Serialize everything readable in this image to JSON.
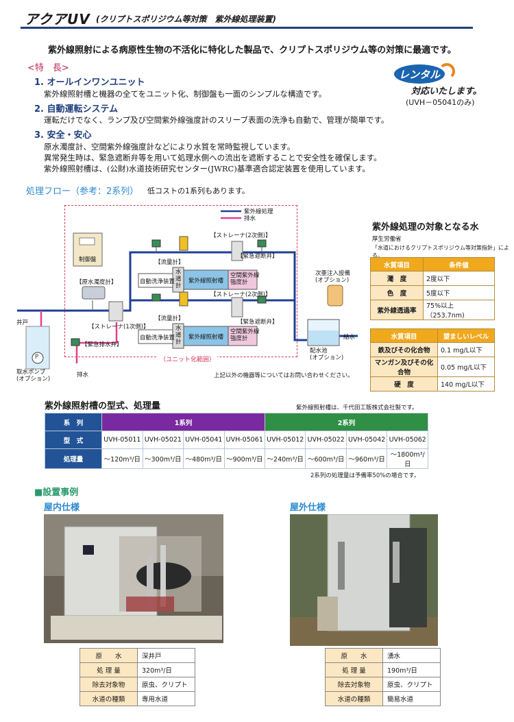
{
  "header": {
    "title": "アクアUV",
    "subtitle": "(クリプトスポリジウム等対策　紫外線処理装置)",
    "tagline": "紫外線照射による病原性生物の不活化に特化した製品で、クリプトスポリジウム等の対策に最適です。"
  },
  "features": {
    "heading": "<特　長>",
    "items": [
      {
        "title": "1. オールインワンユニット",
        "lines": [
          "紫外線照射槽と機器の全てをユニット化、制御盤も一面のシンプルな構造です。"
        ]
      },
      {
        "title": "2. 自動運転システム",
        "lines": [
          "運転だけでなく、ランプ及び空間紫外線強度計のスリーブ表面の洗浄も自動で、管理が簡単です。"
        ]
      },
      {
        "title": "3. 安全・安心",
        "lines": [
          "原水濁度計、空間紫外線強度計などにより水質を常時監視しています。",
          "異常発生時は、緊急遮断弁等を用いて処理水側への流出を遮断することで安全性を確保します。",
          "紫外線照射槽は、(公財)水道技術研究センター(JWRC)基準適合認定装置を使用しています。"
        ]
      }
    ]
  },
  "rental": {
    "badge": "レンタル",
    "text": "対応いたします。",
    "note": "(UVH－05041のみ)"
  },
  "flow": {
    "heading": "処理フロー（参考：2系列）",
    "subheading": "低コストの1系列もあります。",
    "legend": {
      "treated": "紫外線処理",
      "drain": "排水"
    },
    "labels": {
      "control_panel": "制御盤",
      "turbidity": "【原水濁度計】",
      "well": "井戸",
      "pump": "取水ポンプ\n(オプション)",
      "strainer1": "【ストレーナ(1次側)】",
      "emergency_drain": "【緊急排水弁】",
      "drain_out": "排水",
      "flowmeter": "【流量計】",
      "strainer2": "【ストレーナ(2次側)】",
      "emergency_shutoff": "【緊急遮断弁】",
      "auto_wash": "自動洗浄装置",
      "wiper": "水\n道\n計",
      "uv_tank": "紫外線照射槽",
      "uv_meter": "空間紫外線\n強度計",
      "chlorine": "次亜注入設備\n(オプション)",
      "supply": "給水",
      "reservoir": "配水池\n(オプション)",
      "unit_range": "（ユニット化範囲）",
      "pump_letter": "P",
      "note": "上記以外の機器等についてはお問い合わせください。"
    }
  },
  "water_quality": {
    "title": "紫外線処理の対象となる水",
    "source1": "厚生労働省",
    "source2": "「水道におけるクリプトスポリジウム等対策指針」による。",
    "table1": {
      "headers": [
        "水質項目",
        "条件値"
      ],
      "rows": [
        [
          "濁　度",
          "2度以下"
        ],
        [
          "色　度",
          "5度以下"
        ],
        [
          "紫外線透過率",
          "75%以上（253.7nm)"
        ]
      ]
    },
    "table2": {
      "headers": [
        "水質項目",
        "望ましいレベル"
      ],
      "rows": [
        [
          "鉄及びその化合物",
          "0.1 mg/L以下"
        ],
        [
          "マンガン及びその化合物",
          "0.05 mg/L以下"
        ],
        [
          "硬　度",
          "140 mg/L以下"
        ]
      ]
    }
  },
  "models": {
    "title": "紫外線照射槽の型式、処理量",
    "maker_note": "紫外線照射槽は、千代田工販株式会社製です。",
    "row_labels": [
      "系　列",
      "型　式",
      "処理量"
    ],
    "series": [
      "1系列",
      "2系列"
    ],
    "types": [
      "UVH-05011",
      "UVH-05021",
      "UVH-05041",
      "UVH-05061",
      "UVH-05012",
      "UVH-05022",
      "UVH-05042",
      "UVH-05062"
    ],
    "capacities": [
      "～120m³/日",
      "～300m³/日",
      "～480m³/日",
      "～900m³/日",
      "～240m³/日",
      "～600m³/日",
      "～960m³/日",
      "～1800m³/日"
    ],
    "footnote": "2系列の処理量は予備率50%の場合です。"
  },
  "install": {
    "heading": "■設置事例",
    "indoor": {
      "title": "屋内仕様",
      "rows": [
        [
          "原　　水",
          "深井戸"
        ],
        [
          "処 理 量",
          "320m³/日"
        ],
        [
          "除去対象物",
          "原虫、クリプト"
        ],
        [
          "水道の種類",
          "専用水道"
        ]
      ]
    },
    "outdoor": {
      "title": "屋外仕様",
      "rows": [
        [
          "原　　水",
          "湧水"
        ],
        [
          "処 理 量",
          "190m³/日"
        ],
        [
          "除去対象物",
          "原虫、クリプト"
        ],
        [
          "水道の種類",
          "簡易水道"
        ]
      ]
    }
  },
  "colors": {
    "navy": "#1f3e7a",
    "blue_flow": "#1e3f9a",
    "pink_drain": "#e0418c",
    "orange": "#f0a81d",
    "purple": "#7a2aa0",
    "green": "#2f8f45"
  }
}
